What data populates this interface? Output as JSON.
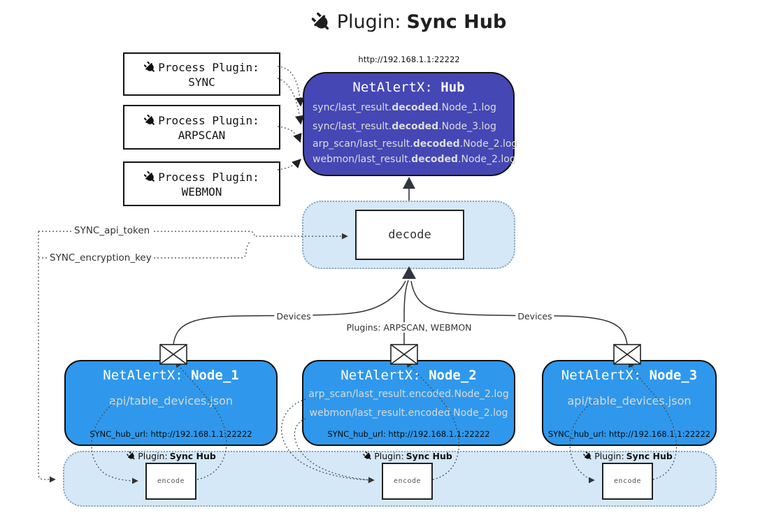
{
  "title": {
    "prefix": "Plugin:",
    "name": "Sync Hub"
  },
  "hub": {
    "url": "http://192.168.1.1:22222",
    "name_prefix": "NetAlertX:",
    "name": "Hub",
    "logs": [
      {
        "pre": "sync/last_result.",
        "bold": "decoded",
        "post": ".Node_1.log"
      },
      {
        "pre": "sync/last_result.",
        "bold": "decoded",
        "post": ".Node_3.log"
      },
      {
        "pre": "arp_scan/last_result.",
        "bold": "decoded",
        "post": ".Node_2.log"
      },
      {
        "pre": "webmon/last_result.",
        "bold": "decoded",
        "post": ".Node_2.log"
      }
    ]
  },
  "process_plugins": [
    {
      "label": "Process Plugin:",
      "name": "SYNC"
    },
    {
      "label": "Process Plugin:",
      "name": "ARPSCAN"
    },
    {
      "label": "Process Plugin:",
      "name": "WEBMON"
    }
  ],
  "env": {
    "api_token": "SYNC_api_token",
    "encryption_key": "SYNC_encryption_key"
  },
  "decode_label": "decode",
  "encode": {
    "plugin_prefix": "Plugin:",
    "plugin_name": "Sync Hub",
    "label": "encode"
  },
  "edge_labels": {
    "devices_left": "Devices",
    "devices_right": "Devices",
    "plugins": "Plugins: ARPSCAN, WEBMON"
  },
  "nodes": [
    {
      "name_prefix": "NetAlertX:",
      "name": "Node_1",
      "lines": [
        "api/table_devices.json"
      ],
      "hub_url": "SYNC_hub_url: http://192.168.1.1:22222"
    },
    {
      "name_prefix": "NetAlertX:",
      "name": "Node_2",
      "lines": [
        "arp_scan/last_result.encoded.Node_2.log",
        "webmon/last_result.encoded.Node_2.log"
      ],
      "hub_url": "SYNC_hub_url: http://192.168.1.1:22222"
    },
    {
      "name_prefix": "NetAlertX:",
      "name": "Node_3",
      "lines": [
        "api/table_devices.json"
      ],
      "hub_url": "SYNC_hub_url: http://192.168.1.1:22222"
    }
  ],
  "colors": {
    "hub_fill": "#4547B4",
    "node_fill": "#2F98EC",
    "zone_fill": "#D5E8F7",
    "line": "#333333"
  }
}
